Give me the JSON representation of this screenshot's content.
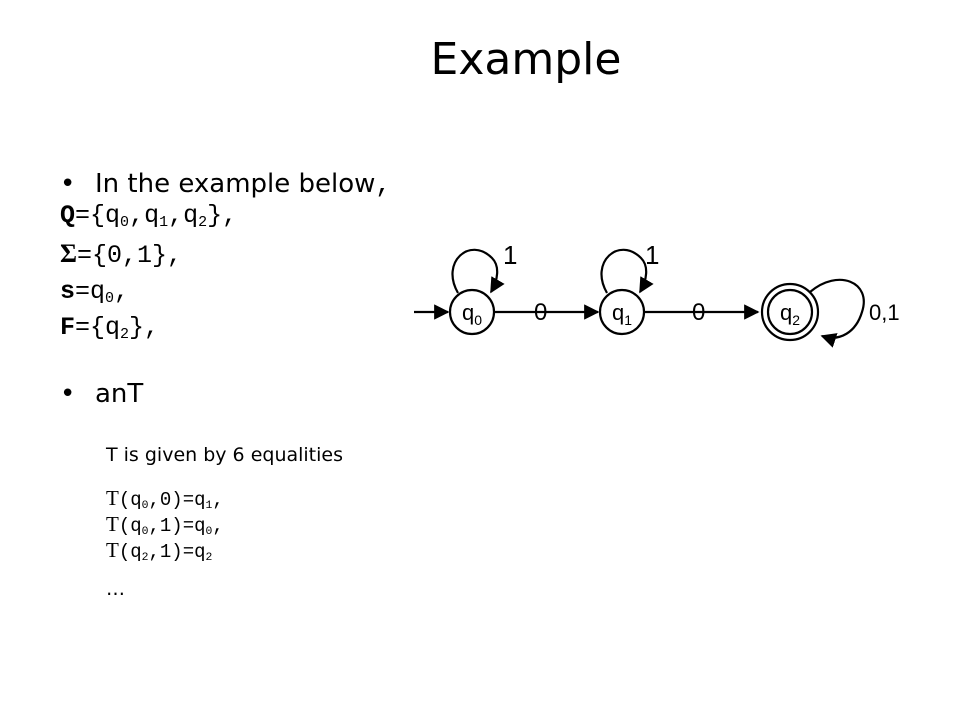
{
  "title": "Example",
  "bullet1": {
    "text": "In the example below",
    "comma": ","
  },
  "sets": {
    "Q": {
      "name": "Q",
      "eq": "={",
      "s0": "q",
      "i0": "0",
      "s1": ",q",
      "i1": "1",
      "s2": ",q",
      "i2": "2",
      "end": "},",
      "prefix": ""
    },
    "Sigma": {
      "name": "Σ",
      "rest": "={0,1},"
    },
    "s": {
      "name": "s",
      "eq": "=q",
      "i0": "0",
      "end": ","
    },
    "F": {
      "name": "F",
      "eq": "={q",
      "i0": "2",
      "end": "},"
    }
  },
  "bullet2": {
    "text": "anT"
  },
  "equalities": {
    "intro": "T is given by 6 equalities",
    "lines": [
      {
        "T": "T",
        "a": "(q",
        "ai": "0",
        "b": ",0)=q",
        "bi": "1",
        "c": ","
      },
      {
        "T": "T",
        "a": "(q",
        "ai": "0",
        "b": ",1)=q",
        "bi": "0",
        "c": ","
      },
      {
        "T": "T",
        "a": "(q",
        "ai": "2",
        "b": ",1)=q",
        "bi": "2",
        "c": ""
      }
    ],
    "ellipsis": "…"
  },
  "automaton": {
    "states": [
      {
        "id": "q0",
        "label": "q",
        "index": "0",
        "accepting": false,
        "start": true
      },
      {
        "id": "q1",
        "label": "q",
        "index": "1",
        "accepting": false,
        "start": false
      },
      {
        "id": "q2",
        "label": "q",
        "index": "2",
        "accepting": true,
        "start": false
      }
    ],
    "transitions": [
      {
        "from": "q0",
        "to": "q1",
        "label": "0"
      },
      {
        "from": "q1",
        "to": "q2",
        "label": "0"
      },
      {
        "from": "q0",
        "to": "q0",
        "label": "1"
      },
      {
        "from": "q1",
        "to": "q1",
        "label": "1"
      },
      {
        "from": "q2",
        "to": "q2",
        "label": "0,1"
      }
    ],
    "colors": {
      "stroke": "#000000",
      "background": "#ffffff"
    }
  }
}
